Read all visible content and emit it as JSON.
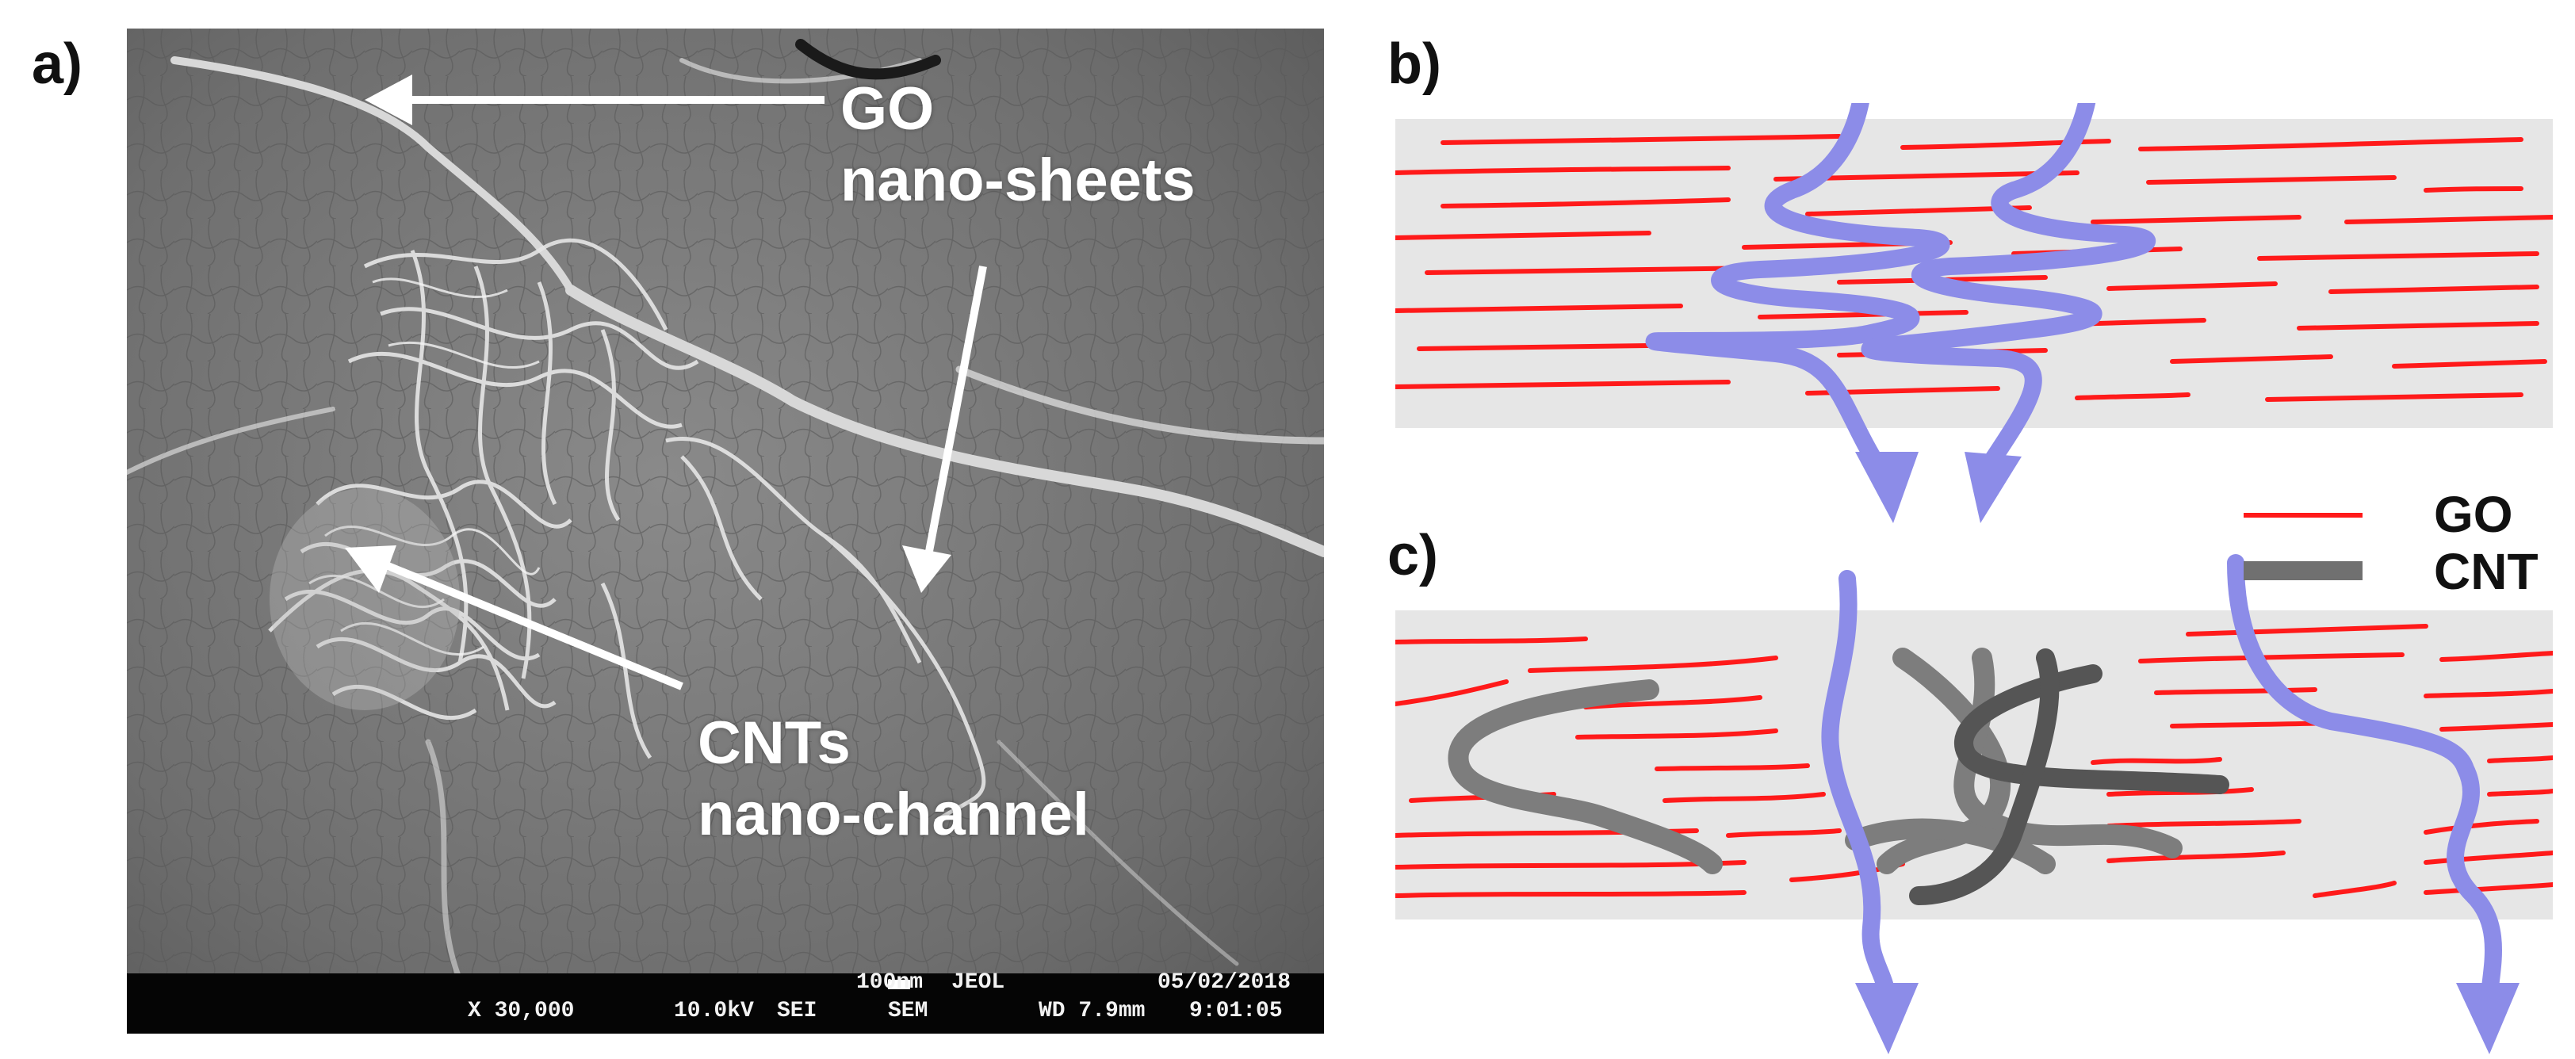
{
  "panels": {
    "a": "a)",
    "b": "b)",
    "c": "c)"
  },
  "sem_annotations": {
    "go_line1": "GO",
    "go_line2": "nano-sheets",
    "cnt_line1": "CNTs",
    "cnt_line2": "nano-channel"
  },
  "sem_info": {
    "scale": "100nm",
    "maker": "JEOL",
    "date": "05/02/2018",
    "magnification": "X 30,000",
    "voltage": "10.0kV",
    "detector": "SEI",
    "mode": "SEM",
    "wd": "WD 7.9mm",
    "time": "9:01:05"
  },
  "legend": {
    "go": "GO",
    "cnt": "CNT"
  },
  "colors": {
    "go_line": "#ff1a1a",
    "cnt_tube": "#707070",
    "flow_arrow": "#8c8ce8",
    "membrane_band": "#e6e6e6",
    "sem_background": "#7a7a7a"
  }
}
